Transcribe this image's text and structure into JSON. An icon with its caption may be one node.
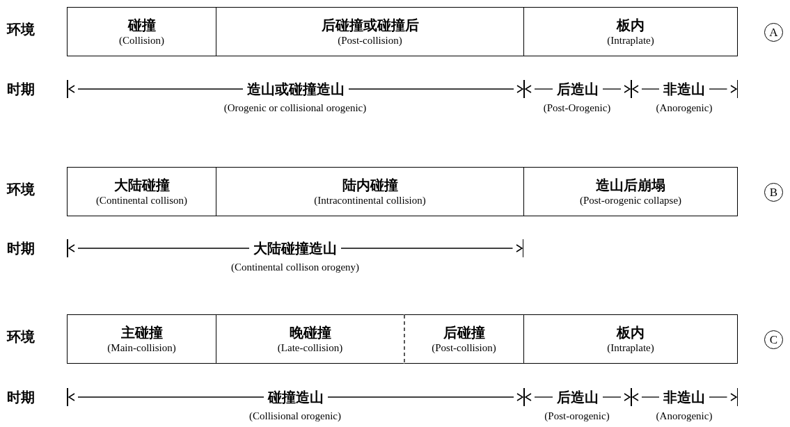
{
  "diagram": {
    "nodes": [
      {
        "text": [
          "碰撞",
          "(Collision)"
        ]
      },
      {
        "text": [
          "后碰撞或碰撞后",
          "(Post-collision)"
        ]
      },
      {
        "text": [
          "板内",
          "(Intraplate)"
        ]
      },
      {
        "text": [
          "A"
        ]
      },
      {
        "text": [
          "大陆碰撞",
          "(Continental collison)"
        ]
      },
      {
        "text": [
          "陆内碰撞",
          "(Intracontinental collision)"
        ]
      },
      {
        "text": [
          "造山后崩塌",
          "(Post-orogenic collapse)"
        ]
      },
      {
        "text": [
          "B"
        ]
      },
      {
        "text": [
          "主碰撞",
          "(Main-collision)"
        ]
      },
      {
        "text": [
          "晚碰撞",
          "(Late-collision)"
        ]
      },
      {
        "text": [
          "后碰撞",
          "(Post-collision)"
        ]
      },
      {
        "text": [
          "板内",
          "(Intraplate)"
        ]
      },
      {
        "text": [
          "C"
        ]
      }
    ],
    "labels": [
      "环境",
      "时期",
      "造山或碰撞造山",
      "后造山",
      "非造山",
      "(Orogenic or collisional orogenic)",
      "(Post-Orogenic)",
      "(Anorogenic)",
      "环境",
      "时期",
      "大陆碰撞造山",
      "(Continental collison orogeny)",
      "环境",
      "时期",
      "碰撞造山",
      "后造山",
      "非造山",
      "(Collisional orogenic)",
      "(Post-orogenic)",
      "(Anorogenic)"
    ]
  }
}
